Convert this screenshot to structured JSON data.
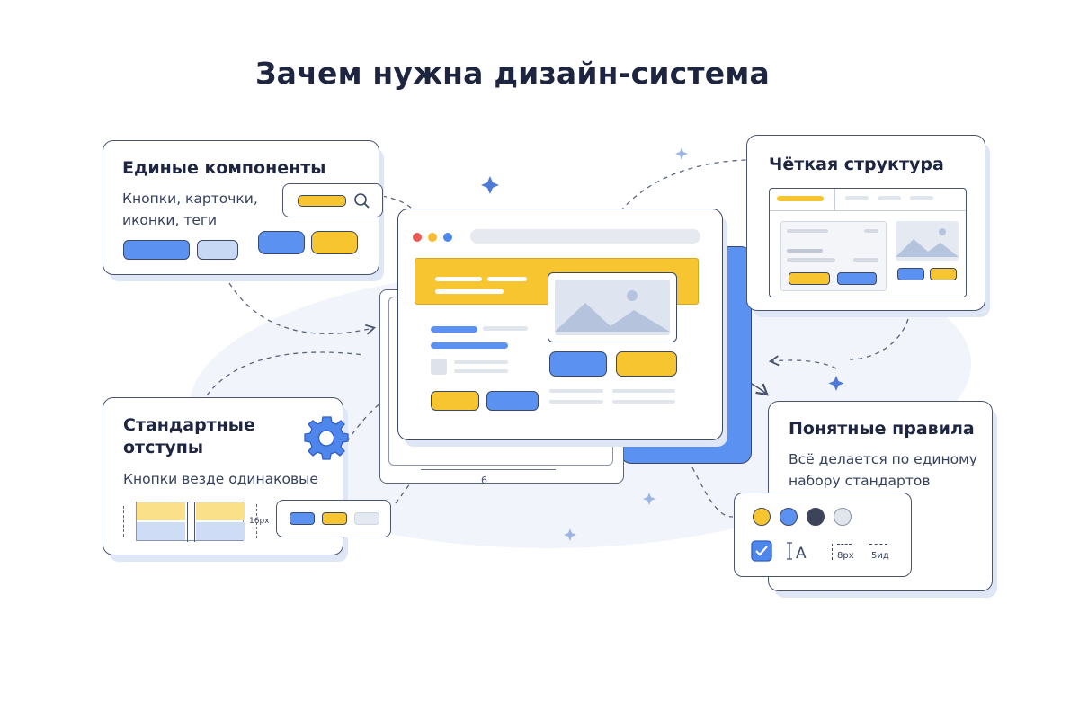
{
  "title": "Зачем нужна дизайн-система",
  "cards": {
    "components": {
      "heading": "Единые компоненты",
      "desc_line1": "Кнопки, карточки,",
      "desc_line2": "иконки, теги"
    },
    "structure": {
      "heading": "Чёткая структура"
    },
    "spacing": {
      "heading_line1": "Стандартные",
      "heading_line2": "отступы",
      "desc": "Кнопки везде одинаковые",
      "spacing_label": "16px"
    },
    "rules": {
      "heading": "Понятные правила",
      "desc_line1": "Всё делается по единому",
      "desc_line2": "набору стандартов",
      "token_size1": "8px",
      "token_size2": "5ид"
    }
  },
  "center": {
    "measure_label": "6"
  },
  "colors": {
    "blue": "#5b91f0",
    "yellow": "#f7c52f",
    "dark": "#3d4459",
    "light": "#e1e5ec"
  },
  "icons": [
    "search-icon",
    "gear-icon",
    "checkbox-icon",
    "text-style-icon",
    "image-placeholder-icon"
  ]
}
